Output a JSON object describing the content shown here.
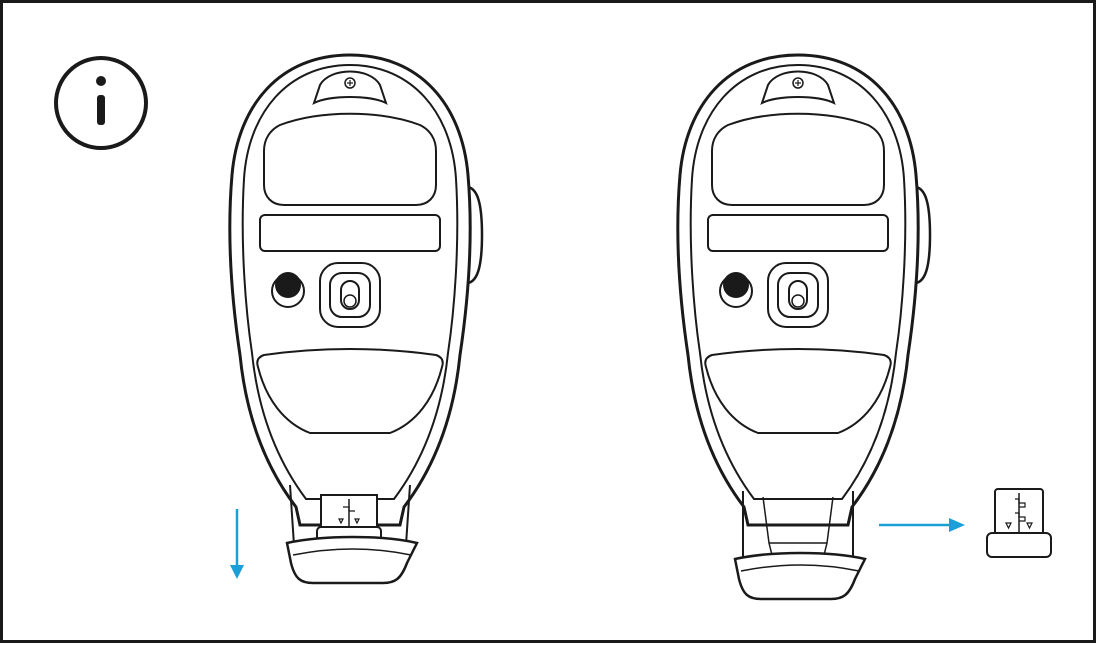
{
  "diagram": {
    "info_icon": "info-icon",
    "mouse_icon": "mouse-underside-icon",
    "receiver_icon": "usb-receiver-icon",
    "step_1": {
      "action": "pull-lid-down",
      "arrow_direction": "down"
    },
    "step_2": {
      "action": "remove-receiver",
      "arrow_direction": "right"
    }
  },
  "colors": {
    "line": "#1a1a1a",
    "arrow": "#1a9fd9",
    "background": "#ffffff"
  }
}
